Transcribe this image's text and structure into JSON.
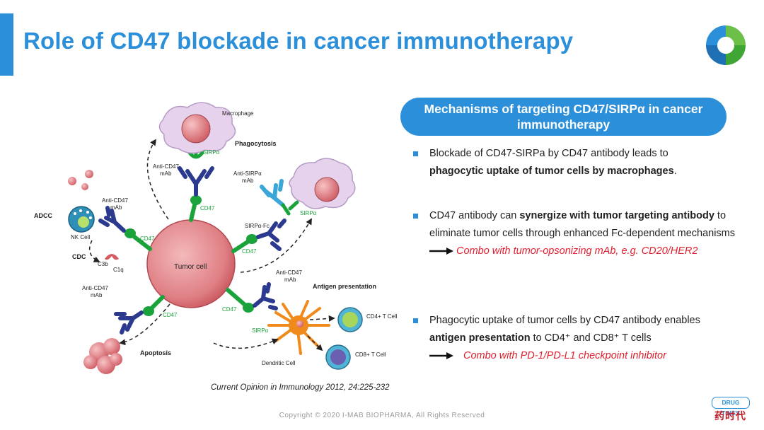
{
  "slide": {
    "title": "Role of CD47 blockade in cancer immunotherapy"
  },
  "colors": {
    "accent": "#2b8fd9",
    "highlight_red": "#e0202e",
    "antibody_navy": "#2b3a8f",
    "receptor_green": "#1aa33b",
    "sirpa_blue": "#3aa7d8",
    "tumor_pink": "#e38a8e"
  },
  "icons": [
    "logo-icon",
    "bullet-square-icon",
    "right-arrow-icon",
    "drugtimes-logo-icon"
  ],
  "figure": {
    "labels": {
      "macrophage": "Macrophage",
      "phagocytosis": "Phagocytosis",
      "sirpa_top": "SIRPα",
      "anti_cd47_top": "Anti-CD47",
      "mab_top": "mAb",
      "cd47_top": "CD47",
      "anti_sirpa": "Anti-SIRPα",
      "mab_sirpa": "mAb",
      "sirpa_right": "SIRPα",
      "sirpa_fc": "SIRPα-Fc",
      "cd47_right": "CD47",
      "adcc": "ADCC",
      "nk_cell": "NK Cell",
      "anti_cd47_left": "Anti-CD47",
      "mab_left": "mAb",
      "cd47_left": "CD47",
      "cdc": "CDC",
      "c3b": "C3b",
      "c1q": "C1q",
      "tumor_cell": "Tumor cell",
      "anti_cd47_lower_left": "Anti-CD47",
      "mab_lower_left": "mAb",
      "cd47_lower_left": "CD47",
      "apoptosis": "Apoptosis",
      "anti_cd47_lower_right": "Anti-CD47",
      "mab_lower_right": "mAb",
      "cd47_lower_right": "CD47",
      "antigen_presentation": "Antigen presentation",
      "sirpa_dc": "SIRPα",
      "cd4_t_cell": "CD4+ T Cell",
      "cd8_t_cell": "CD8+ T Cell",
      "dendritic_cell": "Dendritic Cell"
    },
    "citation": "Current Opinion in Immunology 2012, 24:225-232"
  },
  "panel": {
    "heading_line1": "Mechanisms of targeting CD47/SIRPα in cancer",
    "heading_line2": "immunotherapy",
    "bullet1": {
      "text": "Blockade of CD47-SIRPa by CD47 antibody leads to",
      "bold": "phagocytic uptake of tumor cells by macrophages",
      "end": "."
    },
    "bullet2": {
      "pre": "CD47 antibody can ",
      "bold": "synergize with tumor targeting antibody",
      "mid": " to eliminate tumor cells through enhanced Fc-dependent mechanisms ",
      "combo": "Combo with tumor-opsonizing mAb, e.g. CD20/HER2"
    },
    "bullet3": {
      "pre": "Phagocytic uptake of tumor cells by CD47 antibody enables ",
      "bold": "antigen presentation",
      "mid": " to CD4⁺ and CD8⁺ T cells",
      "combo": "Combo with PD-1/PD-L1 checkpoint inhibitor"
    }
  },
  "footer": {
    "copyright": "Copyright © 2020 I-MAB BIOPHARMA, All Rights Reserved"
  },
  "badge": {
    "top": "DRUG TIMES",
    "bottom": "药时代"
  }
}
